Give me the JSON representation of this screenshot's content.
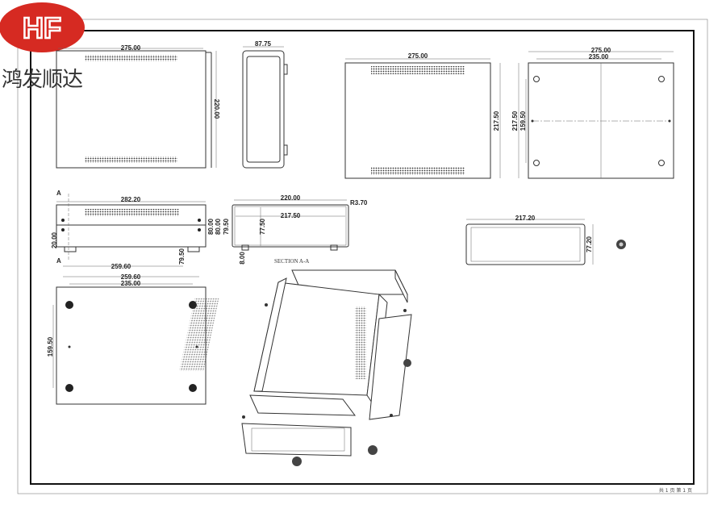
{
  "logo": {
    "mark": "HF",
    "company_name": "鸿发顺达",
    "brand_color": "#d62a22"
  },
  "views": {
    "front": {
      "width": "275.00",
      "height": "220.00"
    },
    "side": {
      "depth": "87.75"
    },
    "rear": {
      "width": "275.00",
      "height": "217.50"
    },
    "bottom_top": {
      "width": "275.00",
      "hole_spacing_x": "235.00",
      "height": "217.50",
      "hole_spacing_y": "159.50"
    },
    "front_elevation": {
      "overall": "282.20",
      "base": "259.60",
      "offset": "20.00",
      "height": "79.50",
      "section_mark": "A"
    },
    "section": {
      "title": "SECTION A-A",
      "outer_width": "220.00",
      "inner_width": "217.50",
      "radius": "R3.70",
      "h1": "80.00",
      "h2": "80.00",
      "h3": "79.50",
      "inner_height": "77.50",
      "foot": "8.00"
    },
    "panel": {
      "width": "217.20",
      "height": "77.20"
    },
    "bottom": {
      "width": "259.60",
      "hole_spacing_x": "235.00",
      "hole_spacing_y": "159.50"
    }
  },
  "footer": {
    "text": "共 1 页  第 1 页"
  }
}
